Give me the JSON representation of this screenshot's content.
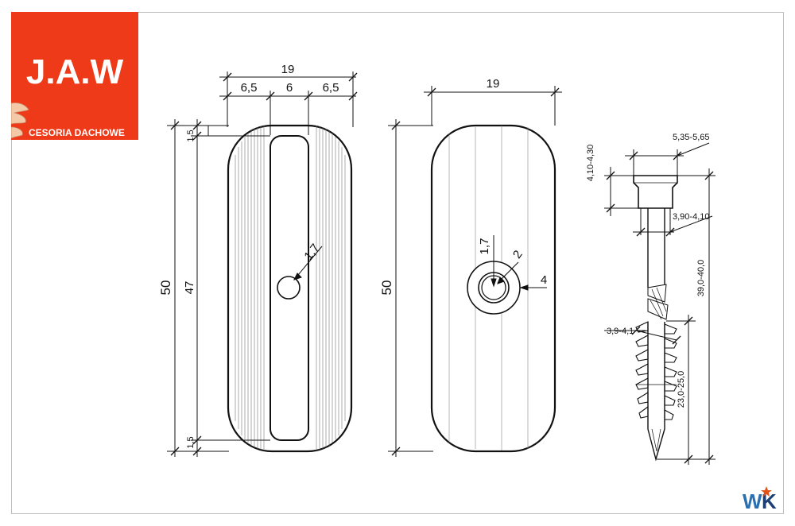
{
  "logo": {
    "brand": "J.A.W",
    "tagline": "CESORIA DACHOWE"
  },
  "view1": {
    "overall_width": "19",
    "seg_left": "6,5",
    "seg_mid": "6",
    "seg_right": "6,5",
    "overall_height": "50",
    "slot_length": "47",
    "top_margin": "1,5",
    "bottom_margin": "1,5",
    "hole_dia": "1,7"
  },
  "view2": {
    "overall_width": "19",
    "overall_height": "50",
    "inner_dia": "1,7",
    "ring_dia": "2",
    "outer_dia": "4"
  },
  "screw": {
    "head_width": "5,35-5,65",
    "head_height": "4,10-4,30",
    "shank_dia": "3,90-4,10",
    "total_length": "39,0-40,0",
    "thread_dia": "3,9-4,1",
    "thread_length": "23,0-25,0"
  },
  "colors": {
    "brand": "#ee3a18",
    "line": "#111111"
  },
  "icons": {
    "watermark": "wk-logo-icon"
  }
}
